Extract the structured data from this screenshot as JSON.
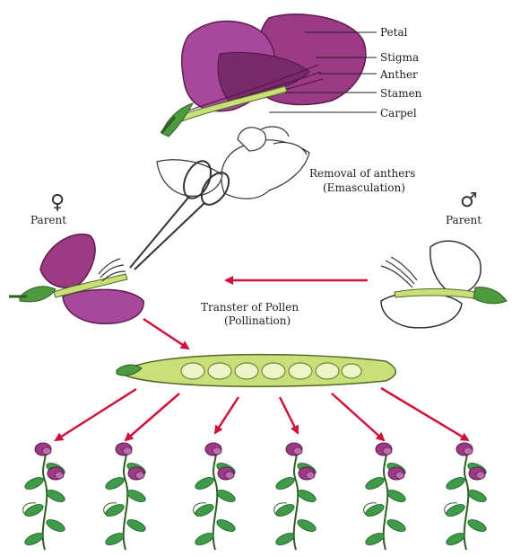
{
  "labels": {
    "petal": "Petal",
    "stigma": "Stigma",
    "anther": "Anther",
    "stamen": "Stamen",
    "carpel": "Carpel",
    "removal_line1": "Removal of anthers",
    "removal_line2": "(Emasculation)",
    "female_parent": "Parent",
    "male_parent": "Parent",
    "transfer_line1": "Transter of Pollen",
    "transfer_line2": "(Pollination)"
  },
  "symbols": {
    "female": "♀",
    "male": "♂"
  },
  "colors": {
    "petal": "#9b3b86",
    "petal_dark": "#6d2560",
    "arrow": "#d0123a",
    "leaf": "#3f9a4a",
    "pod": "#c9e07a",
    "pollen_flower": "#ffffff"
  },
  "offspring_plant_count": 6
}
